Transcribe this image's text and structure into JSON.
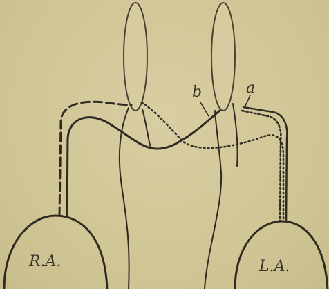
{
  "labels": {
    "right_arm": "R.A.",
    "left_arm": "L.A.",
    "a": "a",
    "b": "b"
  },
  "colors": {
    "background": "#d2c79a",
    "ink": "#2f2a22"
  }
}
